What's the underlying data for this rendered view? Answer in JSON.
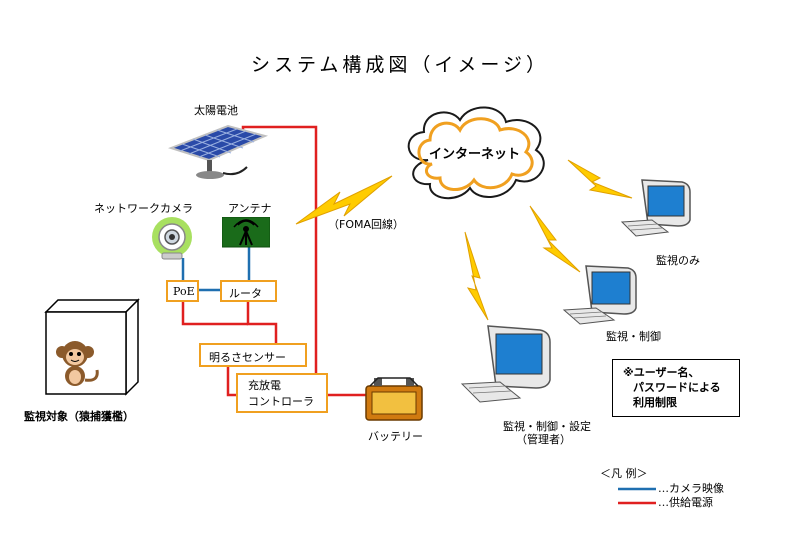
{
  "title": "システム構成図（イメージ）",
  "labels": {
    "solar_panel": "太陽電池",
    "network_camera": "ネットワークカメラ",
    "antenna": "アンテナ",
    "poe": "PoE",
    "router": "ルータ",
    "light_sensor": "明るさセンサー",
    "charge_controller_line1": "充放電",
    "charge_controller_line2": "コントローラ",
    "battery": "バッテリー",
    "monitored_target": "監視対象（猿捕獲檻）",
    "foma": "（FOMA回線）",
    "internet": "インターネット",
    "pc_monitor_only": "監視のみ",
    "pc_monitor_control": "監視・制御",
    "pc_admin_line1": "監視・制御・設定",
    "pc_admin_line2": "（管理者）"
  },
  "note": {
    "line1": "※ユーザー名、",
    "line2": "パスワードによる",
    "line3": "利用制限"
  },
  "legend": {
    "title": "＜凡 例＞",
    "camera_video": "…カメラ映像",
    "power_supply": "…供給電源"
  },
  "colors": {
    "camera_video_line": "#1f6fb0",
    "power_line": "#e02020",
    "box_border": "#f0a020",
    "lightning": "#ffcc00",
    "antenna_box": "#1a6b1a"
  }
}
